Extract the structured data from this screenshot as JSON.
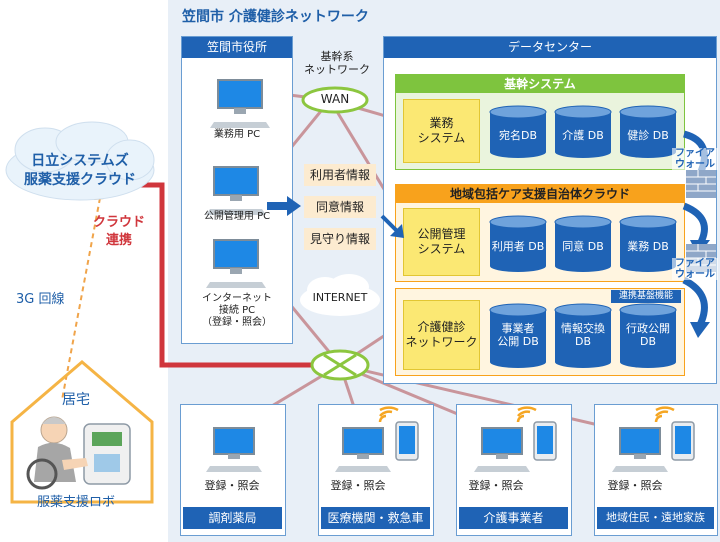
{
  "title": "笠間市 介護健診ネットワーク",
  "cloud": {
    "line1": "日立システムズ",
    "line2": "服薬支援クラウド"
  },
  "cloud_link": {
    "line1": "クラウド",
    "line2": "連携"
  },
  "line_3g": "3G 回線",
  "home": {
    "label": "居宅",
    "robot": "服薬支援ロボ"
  },
  "city_hall": {
    "title": "笠間市役所",
    "pcs": [
      {
        "label": "業務用 PC"
      },
      {
        "label": "公開管理用 PC"
      },
      {
        "label": "インターネット\n接続 PC\n（登録・照会）"
      }
    ]
  },
  "backbone": {
    "line1": "基幹系",
    "line2": "ネットワーク"
  },
  "wan": "WAN",
  "internet": "INTERNET",
  "info_items": [
    "利用者情報",
    "同意情報",
    "見守り情報"
  ],
  "data_center": {
    "title": "データセンター",
    "core": {
      "title": "基幹システム",
      "system": {
        "line1": "業務",
        "line2": "システム"
      },
      "dbs": [
        "宛名DB",
        "介護 DB",
        "健診 DB"
      ]
    },
    "cloud": {
      "title": "地域包括ケア支援自治体クラウド",
      "system": {
        "line1": "公開管理",
        "line2": "システム"
      },
      "dbs": [
        "利用者 DB",
        "同意 DB",
        "業務 DB"
      ]
    },
    "network": {
      "badge": "連携基盤機能",
      "system": {
        "line1": "介護健診",
        "line2": "ネットワーク"
      },
      "dbs": [
        {
          "line1": "事業者",
          "line2": "公開 DB"
        },
        {
          "line1": "情報交換",
          "line2": "DB"
        },
        {
          "line1": "行政公開",
          "line2": "DB"
        }
      ]
    },
    "firewall": {
      "line1": "ファイア",
      "line2": "ウォール"
    }
  },
  "endpoints": [
    {
      "caption": "登録・照会",
      "name": "調剤薬局"
    },
    {
      "caption": "登録・照会",
      "name": "医療機関・救急車"
    },
    {
      "caption": "登録・照会",
      "name": "介護事業者"
    },
    {
      "caption": "登録・照会",
      "name": "地域住民・遠地家族"
    }
  ],
  "colors": {
    "blue": "#1f63b5",
    "green": "#7ec43e",
    "orange": "#f8a21c",
    "red": "#d0363c",
    "yellow": "#fbe873"
  }
}
